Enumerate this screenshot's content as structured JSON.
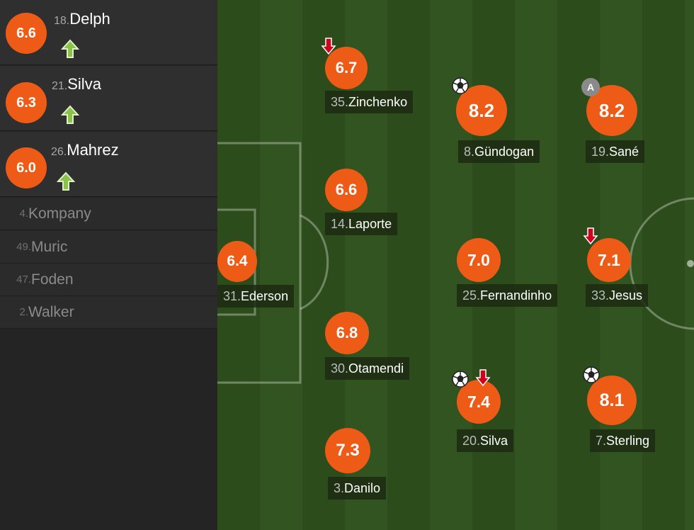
{
  "substitutes": [
    {
      "rating": "6.6",
      "number": "18.",
      "name": "Delph"
    },
    {
      "rating": "6.3",
      "number": "21.",
      "name": "Silva"
    },
    {
      "rating": "6.0",
      "number": "26.",
      "name": "Mahrez"
    }
  ],
  "unused_subs": [
    {
      "number": "4.",
      "name": "Kompany"
    },
    {
      "number": "49.",
      "name": "Muric"
    },
    {
      "number": "47.",
      "name": "Foden"
    },
    {
      "number": "2.",
      "name": "Walker"
    }
  ],
  "players": [
    {
      "rating": "6.7",
      "number": "35.",
      "name": "Zinchenko"
    },
    {
      "rating": "6.6",
      "number": "14.",
      "name": "Laporte"
    },
    {
      "rating": "6.4",
      "number": "31.",
      "name": "Ederson"
    },
    {
      "rating": "6.8",
      "number": "30.",
      "name": "Otamendi"
    },
    {
      "rating": "7.3",
      "number": "3.",
      "name": "Danilo"
    },
    {
      "rating": "8.2",
      "number": "8.",
      "name": "Gündogan"
    },
    {
      "rating": "7.0",
      "number": "25.",
      "name": "Fernandinho"
    },
    {
      "rating": "7.4",
      "number": "20.",
      "name": "Silva"
    },
    {
      "rating": "8.2",
      "number": "19.",
      "name": "Sané"
    },
    {
      "rating": "7.1",
      "number": "33.",
      "name": "Jesus"
    },
    {
      "rating": "8.1",
      "number": "7.",
      "name": "Sterling"
    }
  ],
  "captain_badge": "A",
  "icons": {
    "subbed_on": "green-up-arrow-icon",
    "subbed_off": "red-down-arrow-icon",
    "goal": "football-icon",
    "captain": "captain-badge-icon"
  },
  "colors": {
    "rating_bg": "#ee5b16",
    "pitch_dark": "#2d4c1b",
    "pitch_light": "#325420",
    "sub_on": "#8bc34a",
    "sub_off": "#d0021b"
  }
}
